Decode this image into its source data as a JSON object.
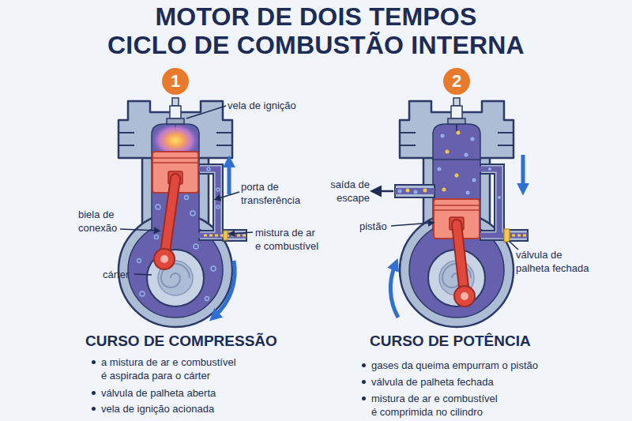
{
  "diagram": {
    "title": "MOTOR DE DOIS TEMPOS CICLO DE COMBUSTÃO INTERNA",
    "nodes": [
      {
        "text": [
          "1"
        ]
      },
      {
        "text": [
          "2"
        ]
      }
    ],
    "labels": [
      "vela de ignição",
      "porta de transferência",
      "biela de conexão",
      "mistura de ar e combustível",
      "cárter",
      "saída de escape",
      "pistão",
      "válvula de palheta fechada",
      "CURSO DE COMPRESSÃO",
      "a mistura de ar e combustível é aspirada para o cárter",
      "válvula de palheta aberta",
      "vela de ignição acionada",
      "CURSO DE POTÊNCIA",
      "gases da queima empurram o pistão",
      "válvula de palheta fechada",
      "mistura de ar e combustível é comprimida no cilindro"
    ]
  }
}
